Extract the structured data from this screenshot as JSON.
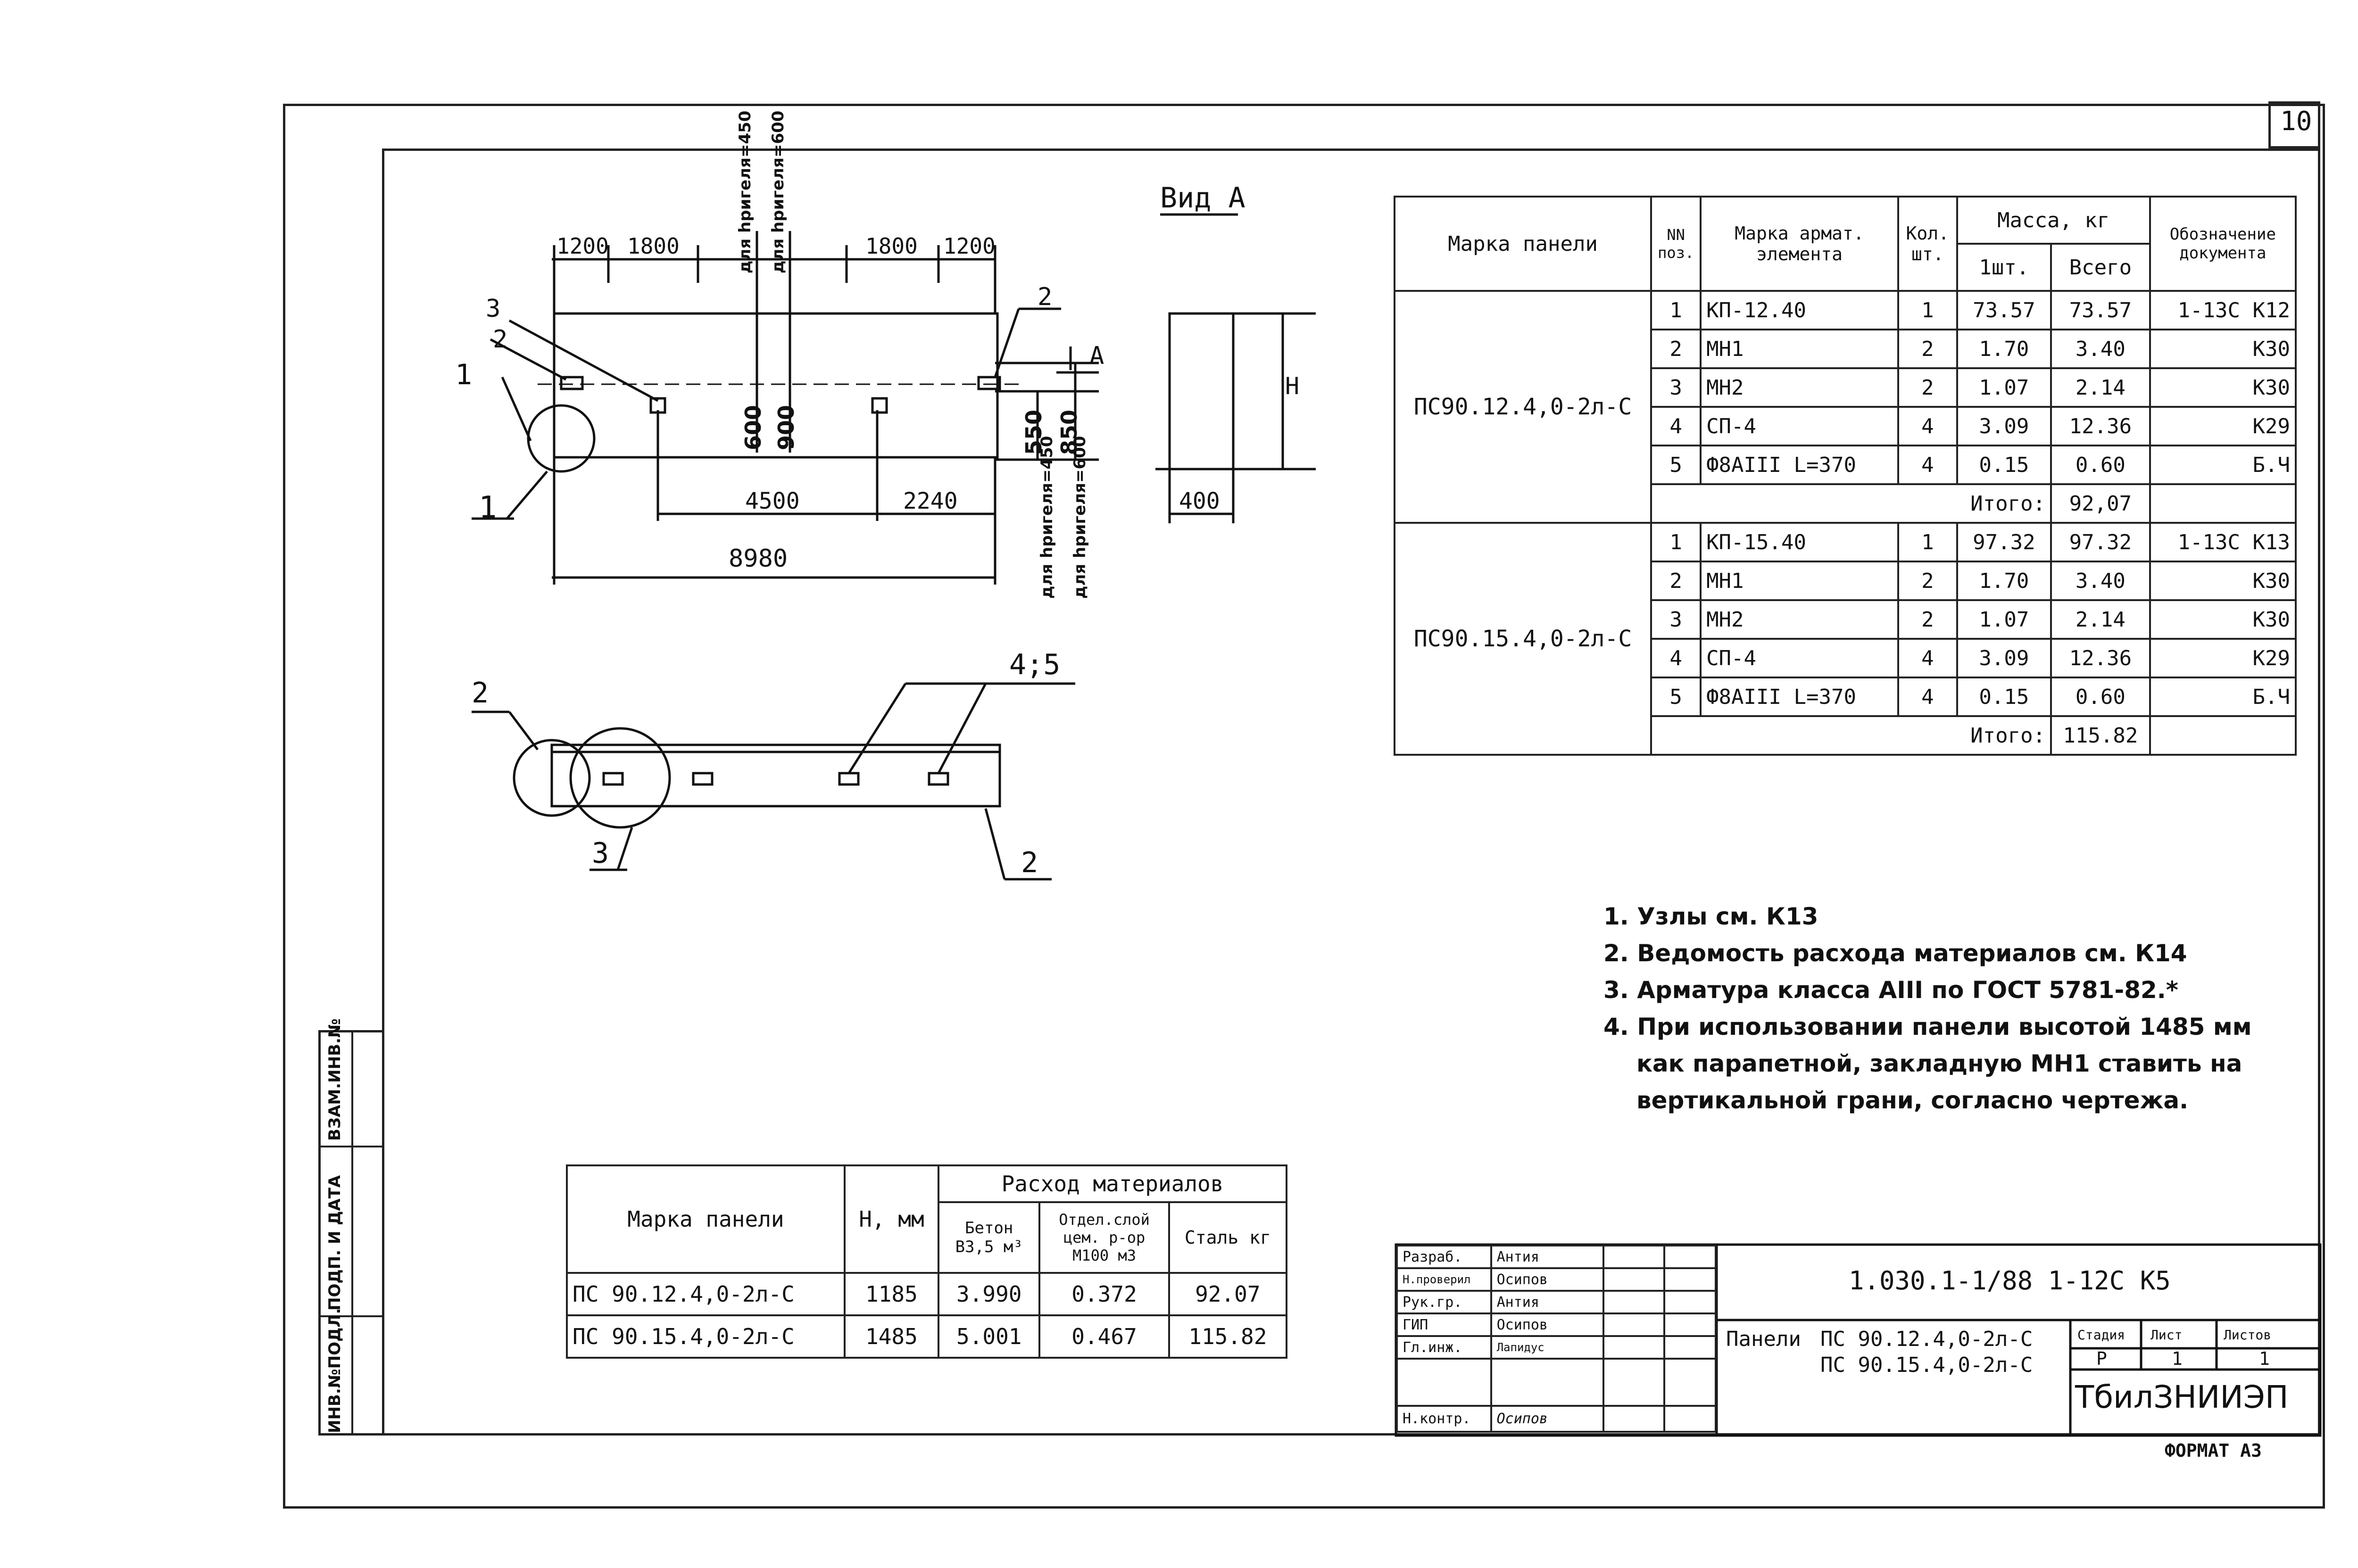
{
  "sheet": {
    "page_number": "10",
    "format_label": "ФОРМАТ А3"
  },
  "view_label": "Вид А",
  "plan_dims": {
    "top_left_1": "1200",
    "top_left_2": "1800",
    "top_right_1": "1800",
    "top_right_2": "1200",
    "rigel_top_1": "для hригеля=450",
    "rigel_top_2": "для hригеля=600",
    "h600": "600",
    "h900": "900",
    "h550": "550",
    "h850": "850",
    "bottom_1": "4500",
    "bottom_2": "2240",
    "overall": "8980",
    "rigel_bottom_1": "для hригеля=450",
    "rigel_bottom_2": "для hригеля=600",
    "callout_1": "1",
    "callout_1b": "1",
    "callout_2": "2",
    "callout_2b": "2",
    "callout_3": "3",
    "arrow_a": "A"
  },
  "side_view": {
    "width": "400",
    "height_label": "H"
  },
  "section_callouts": {
    "c2_top": "2",
    "c45": "4;5",
    "c3": "3",
    "c2_bottom": "2"
  },
  "spec_table": {
    "headers": {
      "panel_mark": "Марка панели",
      "pos": "NN поз.",
      "element_mark": "Марка армат. элемента",
      "qty": "Кол. шт.",
      "mass": "Масса, кг",
      "mass_unit": "1шт.",
      "mass_total": "Всего",
      "doc": "Обозначение документа"
    },
    "groups": [
      {
        "panel": "ПС90.12.4,0-2л-С",
        "rows": [
          {
            "pos": "1",
            "mark": "КП-12.40",
            "qty": "1",
            "unit": "73.57",
            "total": "73.57",
            "doc": "1-13С К12"
          },
          {
            "pos": "2",
            "mark": "МН1",
            "qty": "2",
            "unit": "1.70",
            "total": "3.40",
            "doc": "К30"
          },
          {
            "pos": "3",
            "mark": "МН2",
            "qty": "2",
            "unit": "1.07",
            "total": "2.14",
            "doc": "К30"
          },
          {
            "pos": "4",
            "mark": "СП-4",
            "qty": "4",
            "unit": "3.09",
            "total": "12.36",
            "doc": "К29"
          },
          {
            "pos": "5",
            "mark": "Ф8АIII L=370",
            "qty": "4",
            "unit": "0.15",
            "total": "0.60",
            "doc": "Б.Ч"
          }
        ],
        "total_label": "Итого:",
        "total_value": "92,07"
      },
      {
        "panel": "ПС90.15.4,0-2л-С",
        "rows": [
          {
            "pos": "1",
            "mark": "КП-15.40",
            "qty": "1",
            "unit": "97.32",
            "total": "97.32",
            "doc": "1-13С К13"
          },
          {
            "pos": "2",
            "mark": "МН1",
            "qty": "2",
            "unit": "1.70",
            "total": "3.40",
            "doc": "К30"
          },
          {
            "pos": "3",
            "mark": "МН2",
            "qty": "2",
            "unit": "1.07",
            "total": "2.14",
            "doc": "К30"
          },
          {
            "pos": "4",
            "mark": "СП-4",
            "qty": "4",
            "unit": "3.09",
            "total": "12.36",
            "doc": "К29"
          },
          {
            "pos": "5",
            "mark": "Ф8АIII L=370",
            "qty": "4",
            "unit": "0.15",
            "total": "0.60",
            "doc": "Б.Ч"
          }
        ],
        "total_label": "Итого:",
        "total_value": "115.82"
      }
    ]
  },
  "notes": [
    "1. Узлы см. К13",
    "2. Ведомость расхода материалов см. К14",
    "3. Арматура класса АIII по ГОСТ 5781-82.*",
    "4. При использовании панели высотой 1485 мм",
    "как парапетной, закладную МН1 ставить на",
    "вертикальной грани, согласно чертежа."
  ],
  "materials_table": {
    "h_panel": "Марка панели",
    "h_h": "H, мм",
    "h_consumption": "Расход материалов",
    "h_concrete": "Бетон В3,5 м³",
    "h_layer": "Отдел.слой цем. р-ор М100 м3",
    "h_steel": "Сталь кг",
    "rows": [
      {
        "panel": "ПС 90.12.4,0-2л-С",
        "h": "1185",
        "concrete": "3.990",
        "layer": "0.372",
        "steel": "92.07"
      },
      {
        "panel": "ПС 90.15.4,0-2л-С",
        "h": "1485",
        "concrete": "5.001",
        "layer": "0.467",
        "steel": "115.82"
      }
    ]
  },
  "title_block": {
    "doc_code": "1.030.1-1/88 1-12С К5",
    "roles": [
      {
        "role": "Разраб.",
        "name": "Антия"
      },
      {
        "role": "Н.проверил",
        "name": "Осипов"
      },
      {
        "role": "Рук.гр.",
        "name": "Антия"
      },
      {
        "role": "ГИП",
        "name": "Осипов"
      },
      {
        "role": "Гл.инж.",
        "name": "Лапидус"
      },
      {
        "role": "",
        "name": ""
      },
      {
        "role": "Н.контр.",
        "name": "Осипов"
      }
    ],
    "title_label": "Панели",
    "title_1": "ПС 90.12.4,0-2л-С",
    "title_2": "ПС 90.15.4,0-2л-С",
    "stage_h": "Стадия",
    "sheet_h": "Лист",
    "sheets_h": "Листов",
    "stage": "Р",
    "sheet": "1",
    "sheets": "1",
    "org": "ТбилЗНИИЭП"
  },
  "side_stamps": {
    "inv": "ИНВ.№ПОДЛ.",
    "sign": "ПОДП. И ДАТА",
    "replace": "ВЗАМ.ИНВ.№"
  }
}
